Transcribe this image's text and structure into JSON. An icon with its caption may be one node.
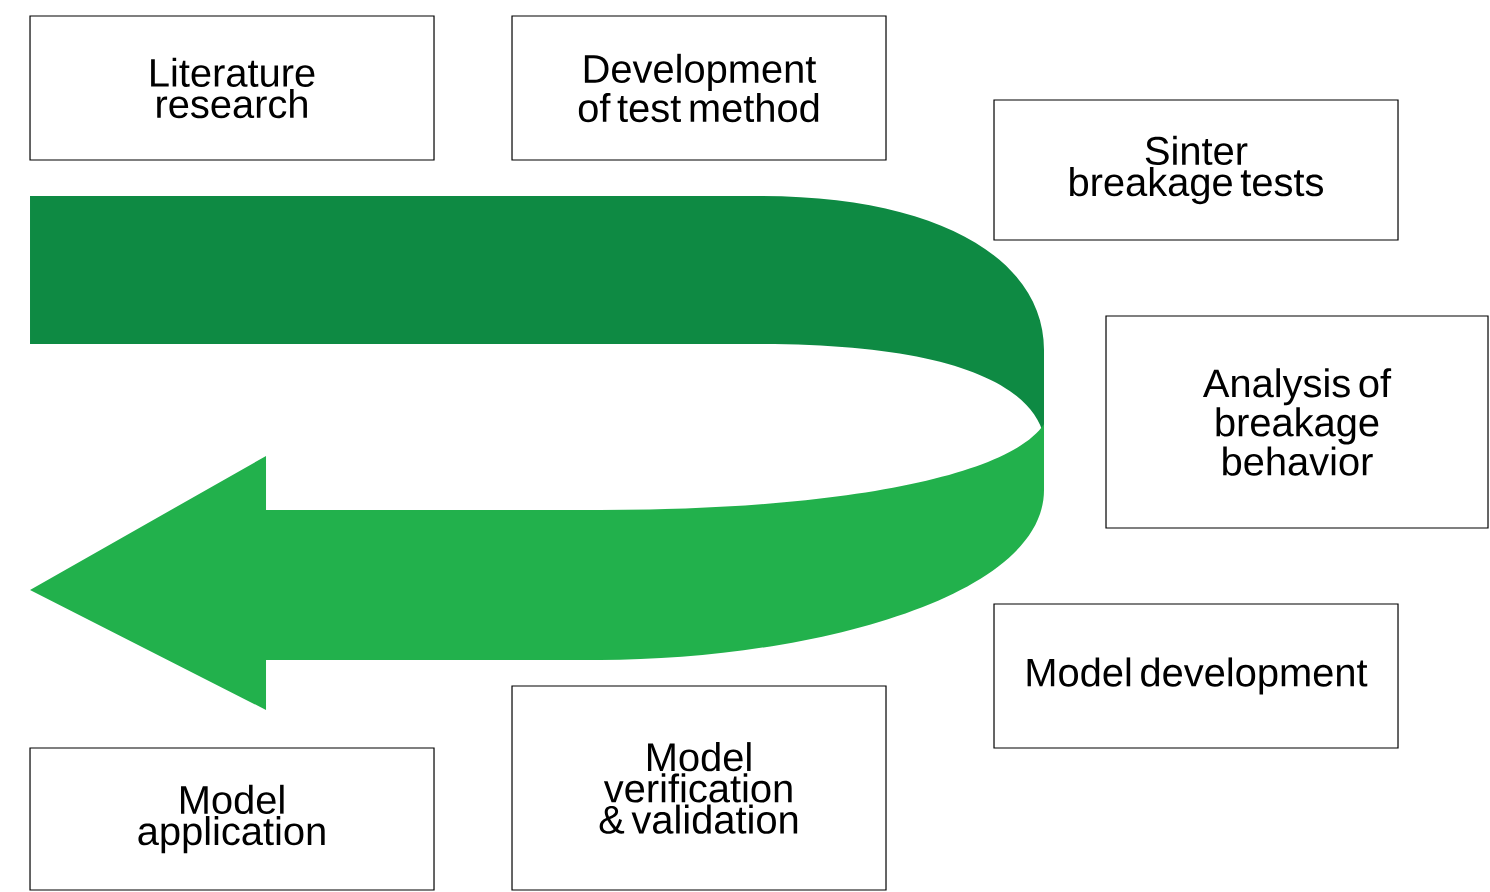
{
  "diagram": {
    "nodes": [
      {
        "text": [
          "Literature research"
        ]
      },
      {
        "text": [
          "Development of test method"
        ]
      },
      {
        "text": [
          "Sinter breakage tests"
        ]
      },
      {
        "text": [
          "Analysis of breakage behavior"
        ]
      },
      {
        "text": [
          "Model development"
        ]
      },
      {
        "text": [
          "Model verification & validation"
        ]
      },
      {
        "text": [
          "Model application"
        ]
      }
    ]
  }
}
